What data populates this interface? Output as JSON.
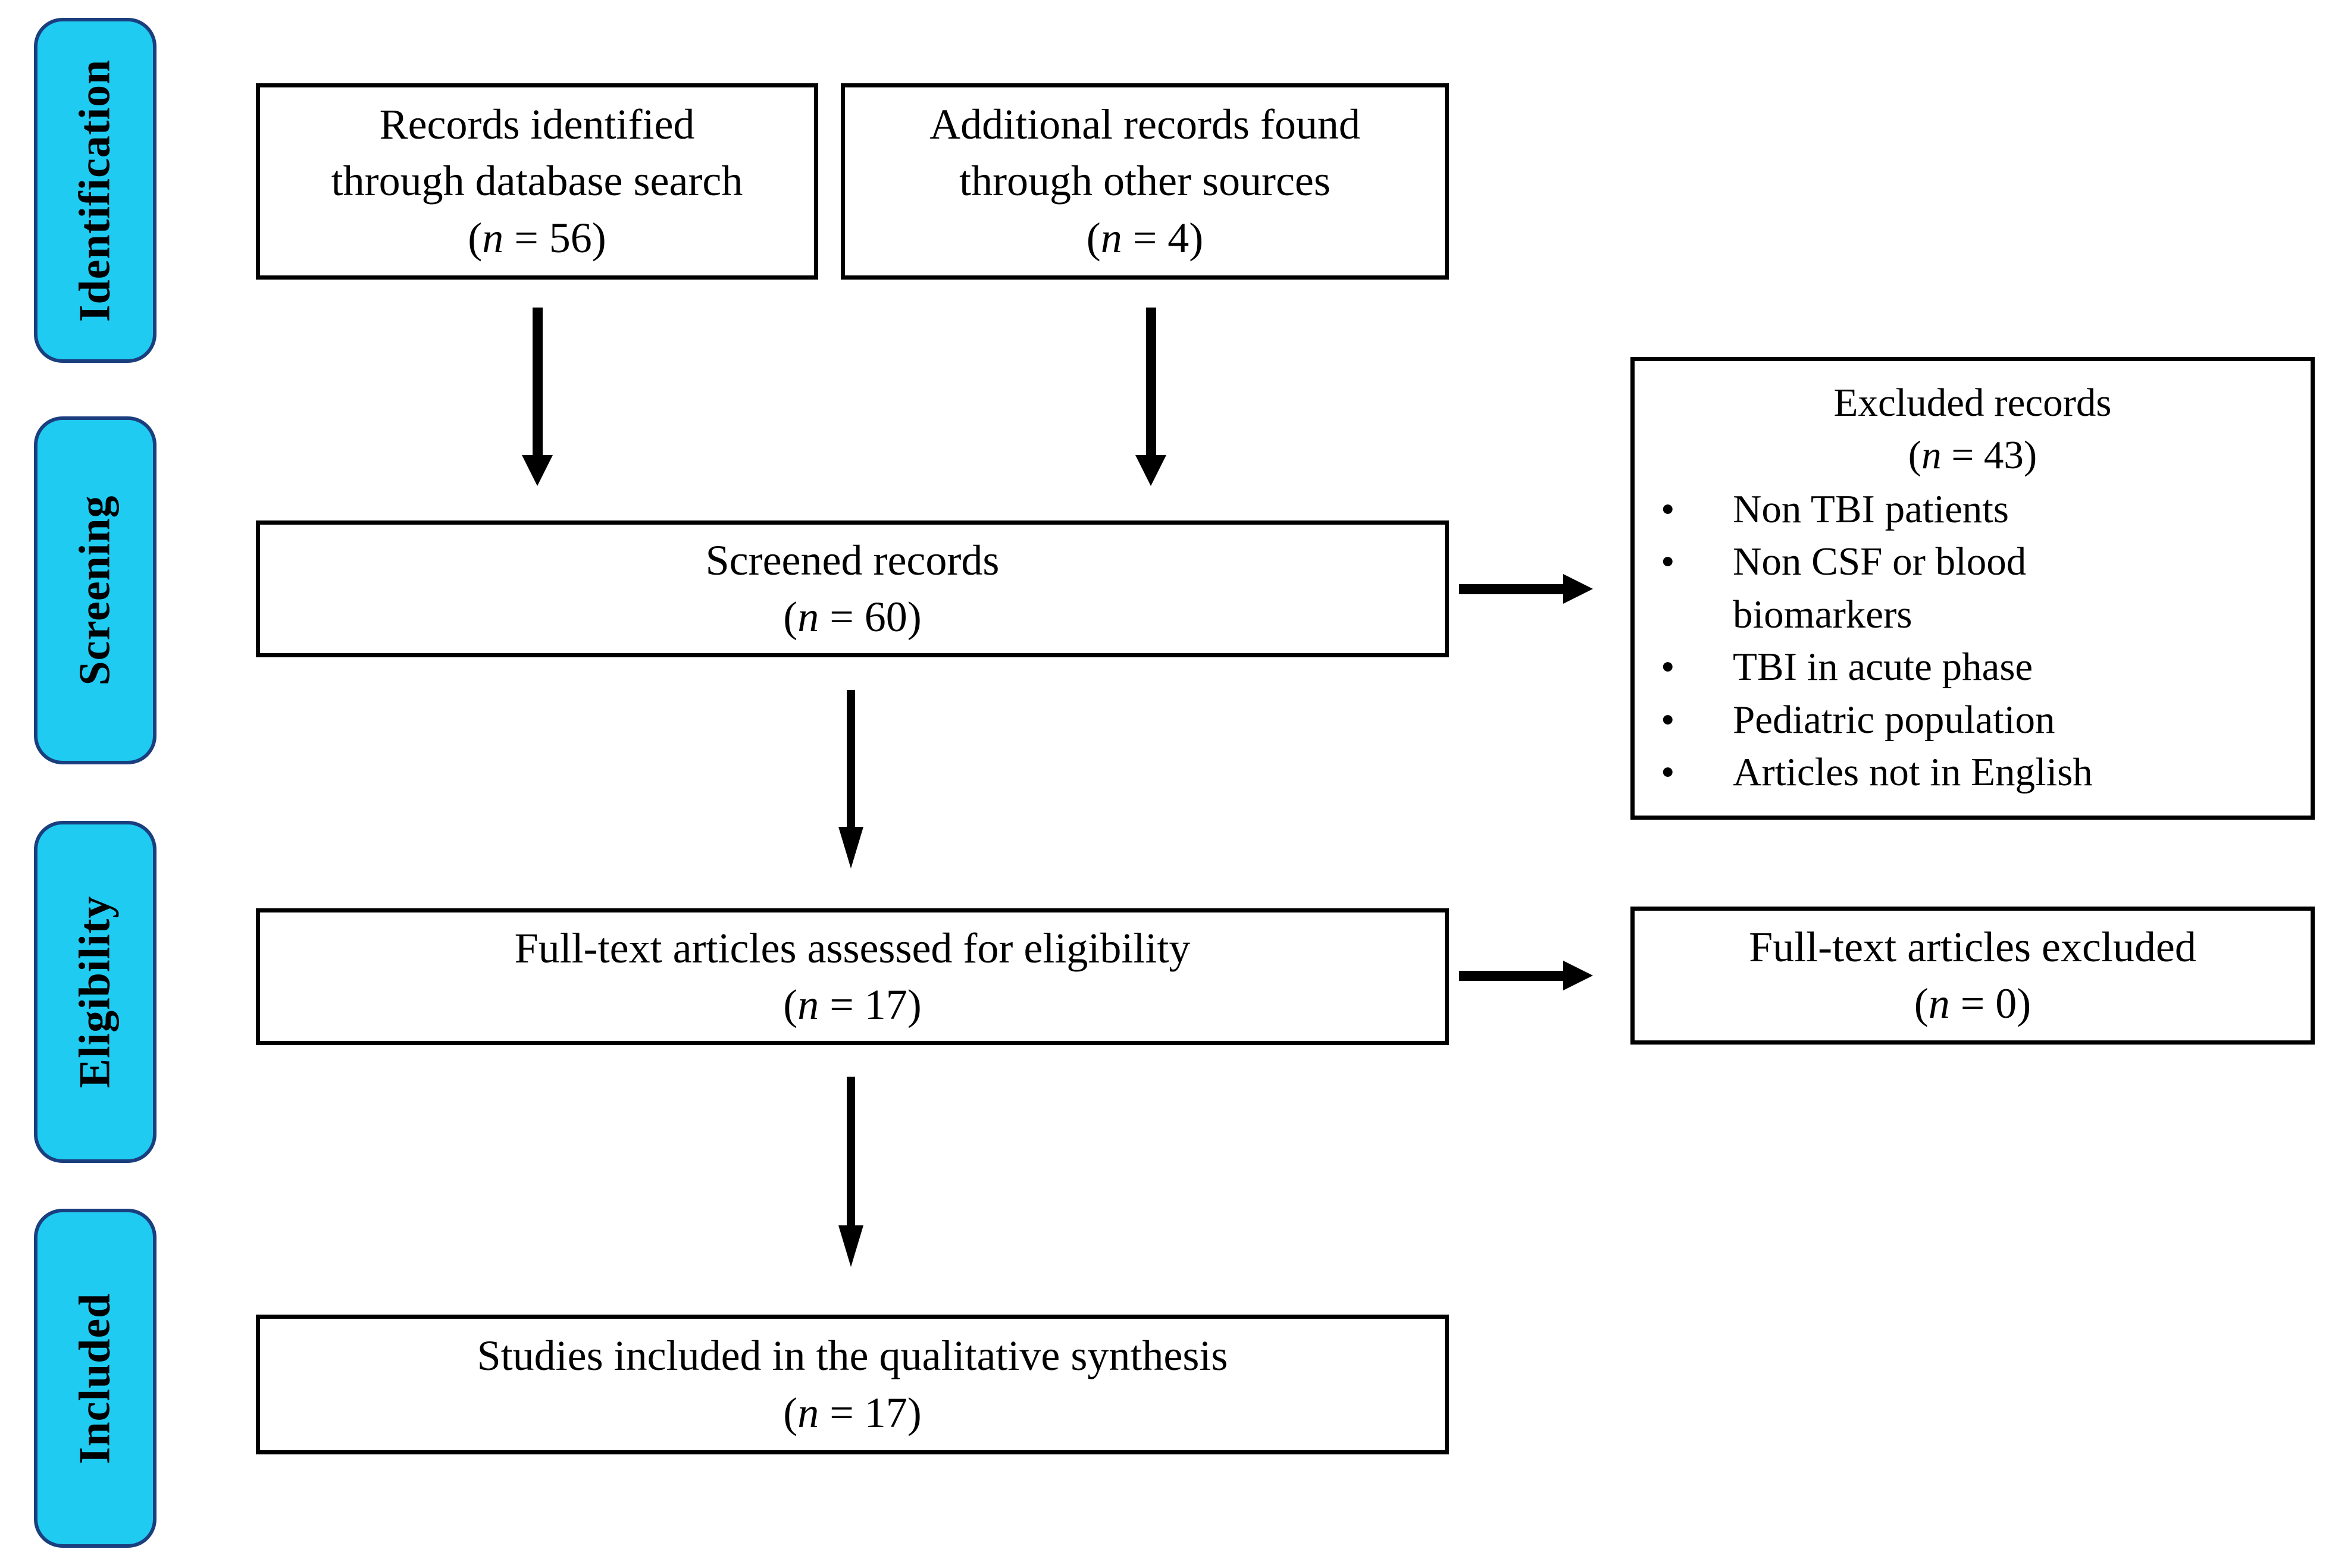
{
  "sidebar": {
    "stages": [
      {
        "label": "Identification"
      },
      {
        "label": "Screening"
      },
      {
        "label": "Eligibility"
      },
      {
        "label": "Included"
      }
    ]
  },
  "flow": {
    "records_identified": {
      "line1": "Records identified",
      "line2": "through database search",
      "n": "(n = 56)"
    },
    "additional_records": {
      "line1": "Additional records found",
      "line2": "through other sources",
      "n": "(n = 4)"
    },
    "screened": {
      "line1": "Screened records",
      "n": "(n = 60)"
    },
    "excluded": {
      "line1": "Excluded records",
      "n": "(n = 43)",
      "reasons": [
        "Non TBI patients",
        "Non CSF or blood biomarkers",
        "TBI in acute phase",
        "Pediatric population",
        "Articles not in English"
      ]
    },
    "fulltext_assessed": {
      "line1": "Full-text articles assessed for eligibility",
      "n": "(n = 17)"
    },
    "fulltext_excluded": {
      "line1": "Full-text articles excluded",
      "n": "(n = 0)"
    },
    "studies_included": {
      "line1": "Studies included in the qualitative synthesis",
      "n": "(n = 17)"
    }
  },
  "colors": {
    "background": "#FFFFFF",
    "text": "#000000",
    "box_border": "#000000",
    "stage_fill": "#1FCBF1",
    "stage_border": "#1A3E7E",
    "arrow": "#000000"
  }
}
